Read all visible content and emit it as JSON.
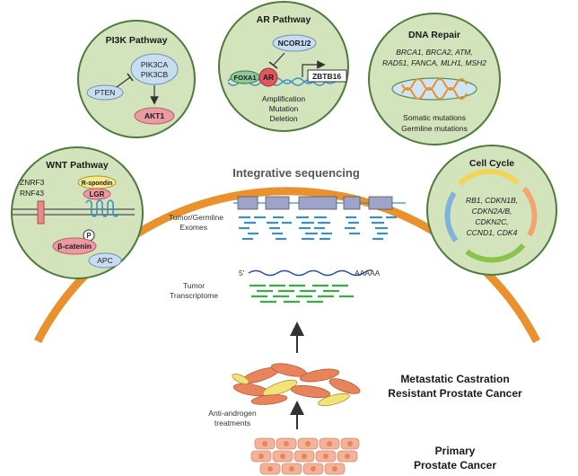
{
  "colors": {
    "circle_fill": "#d3e4bd",
    "circle_stroke": "#4f7a3e",
    "arc": "#e8912d",
    "gene_box": "#9da3c9",
    "read_blue": "#3a8fcb",
    "read_green": "#3aab45",
    "cell_orange": "#e8845c",
    "cell_pink": "#f1b49a",
    "cell_yellow": "#f3e27a"
  },
  "pi3k": {
    "title": "PI3K Pathway",
    "pik3ca": "PIK3CA",
    "pik3cb": "PIK3CB",
    "pten": "PTEN",
    "akt1": "AKT1"
  },
  "ar": {
    "title": "AR Pathway",
    "ncor": "NCOR1/2",
    "foxa1": "FOXA1",
    "ar": "AR",
    "zbtb16": "ZBTB16",
    "alterations": [
      "Amplification",
      "Mutation",
      "Deletion"
    ]
  },
  "dna": {
    "title": "DNA Repair",
    "genes_line1": "BRCA1, BRCA2, ATM,",
    "genes_line2": "RAD51, FANCA, MLH1, MSH2",
    "somatic": "Somatic mutations",
    "germline": "Germline mutations"
  },
  "wnt": {
    "title": "WNT Pathway",
    "znrf3": "ZNRF3",
    "rnf43": "RNF43",
    "rspondin": "R-spondin",
    "lgr": "LGR",
    "p": "P",
    "bcatenin": "β-catenin",
    "apc": "APC"
  },
  "cellcycle": {
    "title": "Cell Cycle",
    "line1": "RB1, CDKN1B,",
    "line2": "CDKN2A/B,",
    "line3": "CDKN2C,",
    "line4": "CCND1, CDK4"
  },
  "center": {
    "title": "Integrative sequencing",
    "exome_line1": "Tumor/Germline",
    "exome_line2": "Exomes",
    "trans_line1": "Tumor",
    "trans_line2": "Transcriptome",
    "five_prime": "5'",
    "polya": "AAAAA",
    "anti_line1": "Anti-androgen",
    "anti_line2": "treatments"
  },
  "labels": {
    "mcrpc_line1": "Metastatic Castration",
    "mcrpc_line2": "Resistant Prostate Cancer",
    "primary_line1": "Primary",
    "primary_line2": "Prostate Cancer"
  }
}
